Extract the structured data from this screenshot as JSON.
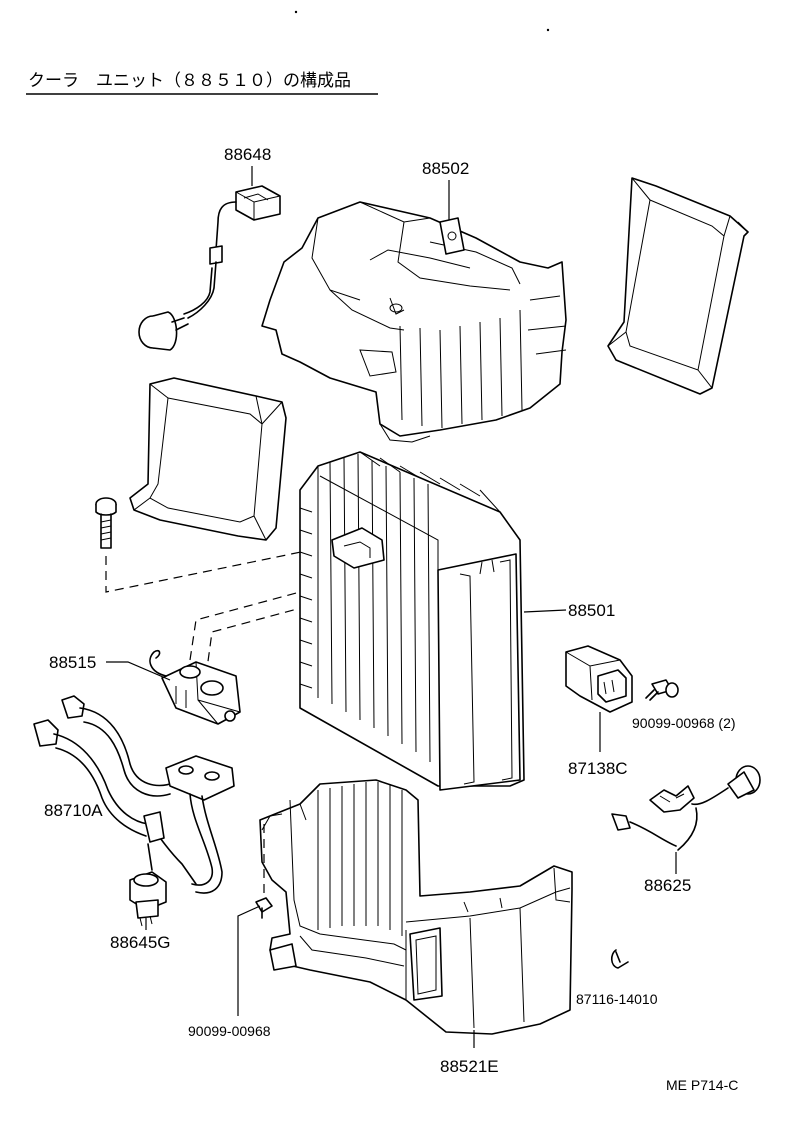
{
  "title": "クーラ　ユニット（８８５１０）の構成品",
  "parts": {
    "p88648": "88648",
    "p88502": "88502",
    "p88501": "88501",
    "p88515": "88515",
    "p88710A": "88710A",
    "p87138C": "87138C",
    "p90099_00968_2": "90099-00968 (2)",
    "p88625": "88625",
    "p88645G": "88645G",
    "p90099_00968": "90099-00968",
    "p88521E": "88521E",
    "p87116_14010": "87116-14010"
  },
  "footer_code": "ME P714-C"
}
